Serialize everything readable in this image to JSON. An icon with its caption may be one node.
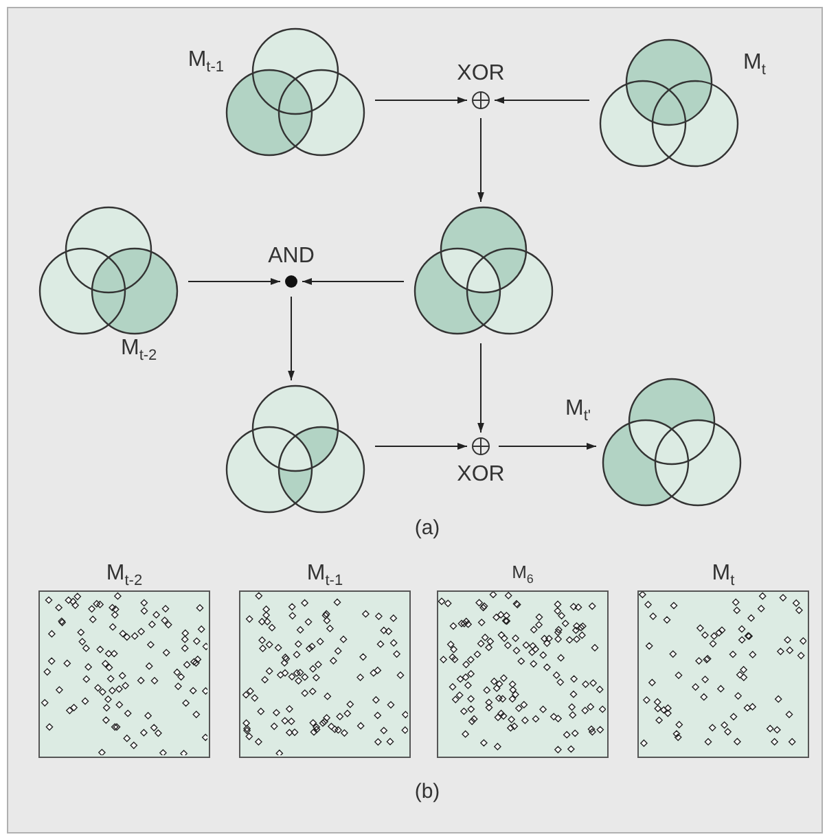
{
  "diagram": {
    "nodes": [
      {
        "text": [],
        "shape": "picture",
        "beside": [
          "M$_{t-1}$"
        ]
      },
      {
        "text": [],
        "shape": "circle",
        "beside": [
          "XOR"
        ]
      },
      {
        "text": [],
        "shape": "picture",
        "beside": [
          "M$_{t}$"
        ]
      },
      {
        "text": [],
        "shape": "picture",
        "beside": [
          "M$_{t-2}$"
        ]
      },
      {
        "text": [],
        "shape": "circle",
        "beside": [
          "AND"
        ]
      },
      {
        "text": [],
        "shape": "picture"
      },
      {
        "text": [],
        "shape": "picture"
      },
      {
        "text": [],
        "shape": "circle",
        "beside": [
          "XOR"
        ]
      },
      {
        "text": [],
        "shape": "picture",
        "beside": [
          "M$_{t'}$"
        ]
      },
      {
        "text": [
          "M$_{t-2}$"
        ]
      },
      {
        "text": [
          "M$_{t-1}$"
        ]
      },
      {
        "text": [
          "M$_{6}$"
        ]
      },
      {
        "text": [
          "M$_{t}$"
        ]
      }
    ],
    "edges": [
      {
        "from": 0,
        "to": 1,
        "arrow": "to"
      },
      {
        "from": 2,
        "to": 1,
        "arrow": "to"
      },
      {
        "from": 1,
        "to": 5,
        "arrow": "to"
      },
      {
        "from": 3,
        "to": 4,
        "arrow": "to"
      },
      {
        "from": 5,
        "to": 4,
        "arrow": "to"
      },
      {
        "from": 4,
        "to": 6,
        "arrow": "to"
      },
      {
        "from": 5,
        "to": 7,
        "arrow": "to"
      },
      {
        "from": 6,
        "to": 7,
        "arrow": "to"
      },
      {
        "from": 7,
        "to": 8,
        "arrow": "to"
      }
    ],
    "labels": [
      "(a)",
      "(b)"
    ]
  }
}
